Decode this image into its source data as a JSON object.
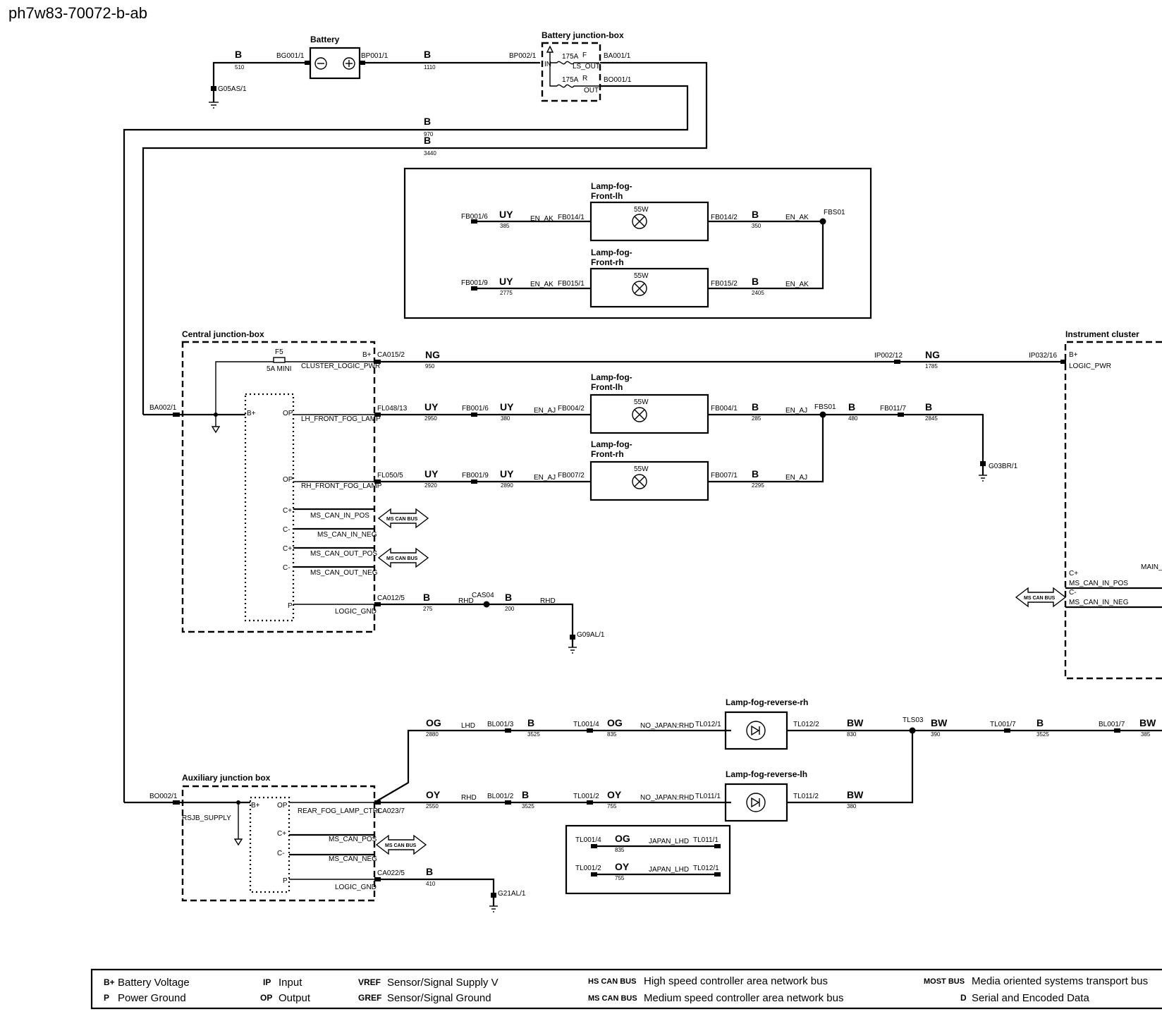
{
  "doc_id": "ph7w83-70072-b-ab",
  "battery": {
    "title": "Battery",
    "left_wire": {
      "color": "B",
      "num": "510",
      "pin": "BG001/1"
    },
    "right_pin": "BP001/1",
    "ground": "G05AS/1",
    "wire_out": {
      "color": "B",
      "num": "1110"
    }
  },
  "battery_jb": {
    "title": "Battery junction-box",
    "in_pin": "BP002/1",
    "in_label": "IN",
    "fuse1": {
      "rating": "175A",
      "id": "F",
      "out": "LS_OUT",
      "pin": "BA001/1"
    },
    "fuse2": {
      "rating": "175A",
      "id": "R",
      "out": "OUT",
      "pin": "BO001/1"
    }
  },
  "feed_wires": [
    {
      "color": "B",
      "num": "970"
    },
    {
      "color": "B",
      "num": "3440"
    }
  ],
  "inset_top": {
    "lamps": [
      {
        "title1": "Lamp-fog-",
        "title2": "Front-lh",
        "watt": "55W",
        "left_pin": "FB014/1",
        "right_pin": "FB014/2",
        "in_conn": "FB001/6",
        "in_color": "UY",
        "in_num": "385",
        "in_tag": "EN_AK",
        "out_color": "B",
        "out_num": "350",
        "out_tag": "EN_AK"
      },
      {
        "title1": "Lamp-fog-",
        "title2": "Front-rh",
        "watt": "55W",
        "left_pin": "FB015/1",
        "right_pin": "FB015/2",
        "in_conn": "FB001/9",
        "in_color": "UY",
        "in_num": "2775",
        "in_tag": "EN_AK",
        "out_color": "B",
        "out_num": "2405",
        "out_tag": "EN_AK"
      }
    ],
    "splice": "FBS01"
  },
  "central_jb": {
    "title": "Central junction-box",
    "fuse": {
      "id": "F5",
      "rating": "5A MINI"
    },
    "supply_pin": "BA002/1",
    "bplus": "B+",
    "cluster_pwr": {
      "label": "CLUSTER_LOGIC_PWR",
      "pin": "CA015/2",
      "color": "NG",
      "num": "950"
    },
    "outputs": [
      {
        "op": "OP",
        "label": "LH_FRONT_FOG_LAMP",
        "pin": "FL048/13"
      },
      {
        "op": "OP",
        "label": "RH_FRONT_FOG_LAMP",
        "pin": "FL050/5"
      }
    ],
    "can": [
      {
        "sign": "C+",
        "label": "MS_CAN_IN_POS"
      },
      {
        "sign": "C-",
        "label": "MS_CAN_IN_NEG"
      },
      {
        "sign": "C+",
        "label": "MS_CAN_OUT_POS"
      },
      {
        "sign": "C-",
        "label": "MS_CAN_OUT_NEG"
      }
    ],
    "bus_label": "MS CAN BUS",
    "gnd": {
      "p": "P",
      "label": "LOGIC_GND",
      "pin": "CA012/5",
      "color": "B",
      "num": "275",
      "tag": "RHD",
      "splice": "CAS04",
      "color2": "B",
      "num2": "200",
      "tag2": "RHD",
      "ground": "G09AL/1"
    }
  },
  "ip_conn": {
    "pin": "IP002/12",
    "color": "NG",
    "num": "1785"
  },
  "main_lamps": [
    {
      "title1": "Lamp-fog-",
      "title2": "Front-lh",
      "watt": "55W",
      "a_color": "UY",
      "a_num": "2950",
      "b_conn": "FB001/6",
      "b_color": "UY",
      "b_num": "380",
      "tag": "EN_AJ",
      "left_pin": "FB004/2",
      "right_pin": "FB004/1",
      "out_color": "B",
      "out_num": "285",
      "out_tag": "EN_AJ"
    },
    {
      "title1": "Lamp-fog-",
      "title2": "Front-rh",
      "watt": "55W",
      "a_color": "UY",
      "a_num": "2920",
      "b_conn": "FB001/9",
      "b_color": "UY",
      "b_num": "2890",
      "tag": "EN_AJ",
      "left_pin": "FB007/2",
      "right_pin": "FB007/1",
      "out_color": "B",
      "out_num": "2295",
      "out_tag": "EN_AJ"
    }
  ],
  "fbs01_main": {
    "splice": "FBS01",
    "color": "B",
    "num": "480",
    "conn": "FB011/7",
    "color2": "B",
    "num2": "2845",
    "ground": "G03BR/1"
  },
  "instrument_cluster": {
    "title": "Instrument cluster",
    "pin": "IP032/16",
    "bplus": "B+",
    "label": "LOGIC_PWR",
    "main": "MAIN_",
    "cplus": "C+",
    "can_pos": "MS_CAN_IN_POS",
    "cminus": "C-",
    "can_neg": "MS_CAN_IN_NEG",
    "bus": "MS CAN BUS"
  },
  "aux_jb": {
    "title": "Auxiliary junction box",
    "supply_pin": "BO002/1",
    "supply_label": "RSJB_SUPPLY",
    "bplus": "B+",
    "op": "OP",
    "op_label": "REAR_FOG_LAMP_CTRL",
    "op_pin": "CA023/7",
    "cplus": "C+",
    "can_pos": "MS_CAN_POS",
    "cminus": "C-",
    "can_neg": "MS_CAN_NEG",
    "bus": "MS CAN BUS",
    "p": "P",
    "gnd_label": "LOGIC_GND",
    "gnd_pin": "CA022/5",
    "gnd_color": "B",
    "gnd_num": "410",
    "ground": "G21AL/1"
  },
  "rear": {
    "og_row": {
      "color": "OG",
      "num": "2880",
      "tag": "LHD",
      "conn": "BL001/3",
      "color2": "B",
      "num2": "3525",
      "conn2": "TL001/4",
      "color3": "OG",
      "num3": "835",
      "tag3": "NO_JAPAN:RHD",
      "lamp_pin_l": "TL012/1",
      "lamp_pin_r": "TL012/2",
      "out_color": "BW",
      "out_num": "830"
    },
    "oy_row": {
      "color": "OY",
      "num": "2550",
      "tag": "RHD",
      "conn": "BL001/2",
      "color2": "B",
      "num2": "3525",
      "conn2": "TL001/2",
      "color3": "OY",
      "num3": "755",
      "tag3": "NO_JAPAN:RHD",
      "lamp_pin_l": "TL011/1",
      "lamp_pin_r": "TL011/2",
      "out_color": "BW",
      "out_num": "380"
    },
    "lamp_rh": "Lamp-fog-reverse-rh",
    "lamp_lh": "Lamp-fog-reverse-lh",
    "splice": "TLS03",
    "after": {
      "color": "BW",
      "num": "390",
      "conn": "TL001/7",
      "color2": "B",
      "num2": "3525",
      "conn2": "BL001/7",
      "color3": "BW",
      "num3": "385"
    }
  },
  "japan_inset": [
    {
      "from": "TL001/4",
      "color": "OG",
      "num": "835",
      "tag": "JAPAN_LHD",
      "to": "TL011/1"
    },
    {
      "from": "TL001/2",
      "color": "OY",
      "num": "755",
      "tag": "JAPAN_LHD",
      "to": "TL012/1"
    }
  ],
  "legend": [
    {
      "key": "B+",
      "text": "Battery Voltage"
    },
    {
      "key": "P",
      "text": "Power Ground"
    },
    {
      "key": "IP",
      "text": "Input"
    },
    {
      "key": "OP",
      "text": "Output"
    },
    {
      "key": "VREF",
      "text": "Sensor/Signal Supply V"
    },
    {
      "key": "GREF",
      "text": "Sensor/Signal Ground"
    },
    {
      "key": "HS CAN BUS",
      "text": "High speed controller area network bus"
    },
    {
      "key": "MS CAN BUS",
      "text": "Medium speed controller area network bus"
    },
    {
      "key": "MOST BUS",
      "text": "Media oriented systems transport bus"
    },
    {
      "key": "D",
      "text": "Serial and Encoded Data"
    }
  ]
}
